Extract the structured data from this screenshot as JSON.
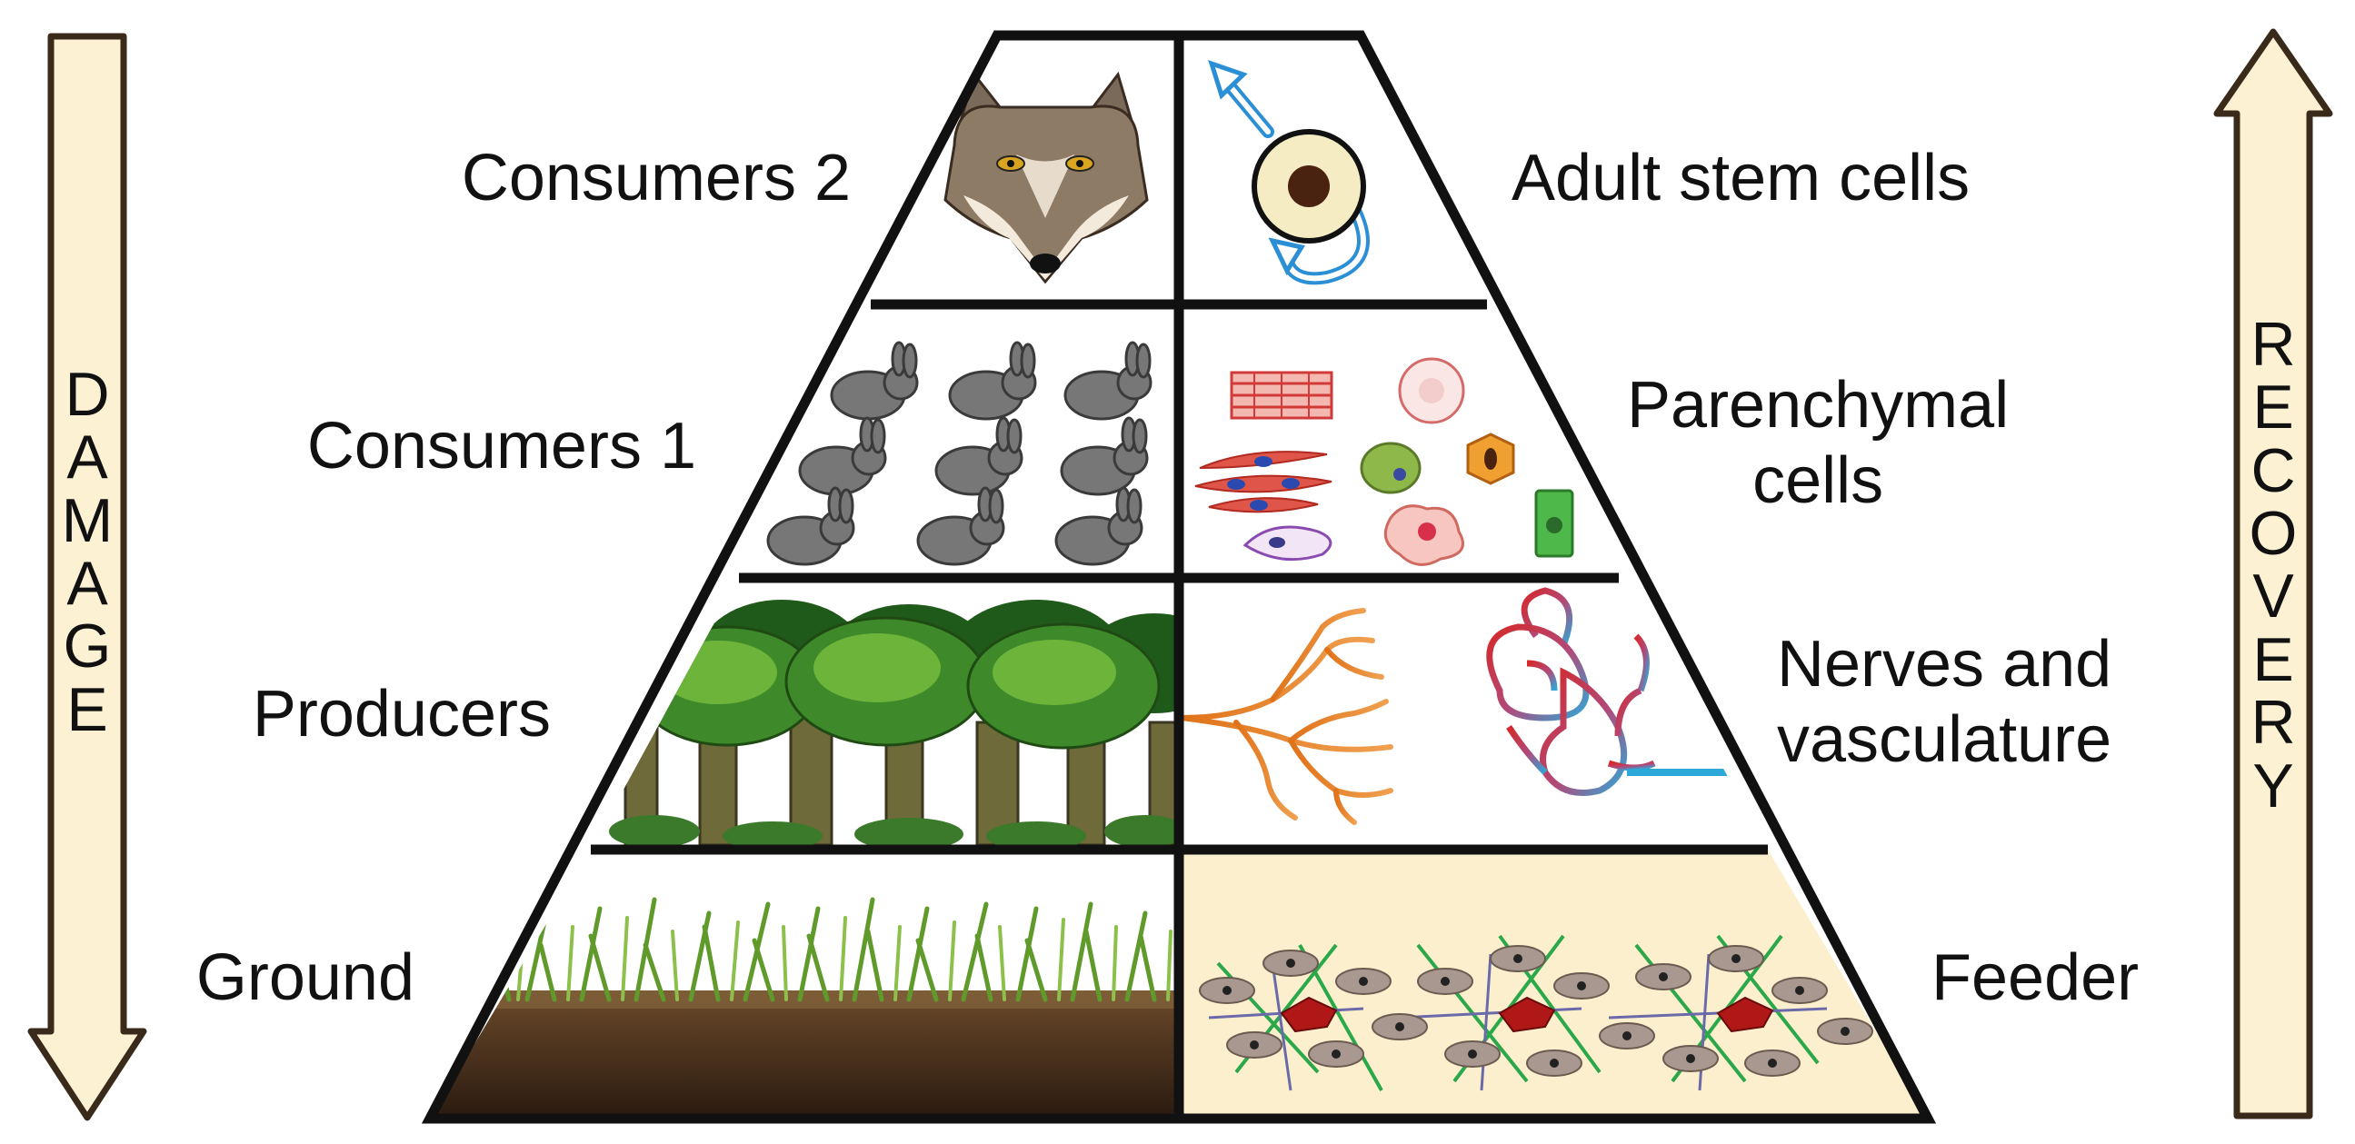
{
  "left_labels": {
    "tier1": "Consumers 2",
    "tier2": "Consumers 1",
    "tier3": "Producers",
    "tier4": "Ground"
  },
  "right_labels": {
    "tier1": "Adult stem cells",
    "tier2_line1": "Parenchymal",
    "tier2_line2": "cells",
    "tier3_line1": "Nerves and",
    "tier3_line2": "vasculature",
    "tier4": "Feeder"
  },
  "arrows": {
    "left": {
      "label": "DAMAGE",
      "direction": "down"
    },
    "right": {
      "label": "RECOVERY",
      "direction": "up"
    }
  },
  "colors": {
    "arrow_fill": "#fdf1d4",
    "arrow_stroke": "#3a2a1a",
    "feeder_bg": "#fcefce",
    "outline": "#111111"
  },
  "icons": {
    "tier1_left": "wolf-icon",
    "tier1_right": "stem-cell-icon",
    "tier2_left": "rabbits-icon",
    "tier2_right": "cells-icon",
    "tier3_left": "forest-icon",
    "tier3_right": "nerves-vessels-icon",
    "tier4_left": "grass-soil-icon",
    "tier4_right": "feeder-cells-icon"
  }
}
